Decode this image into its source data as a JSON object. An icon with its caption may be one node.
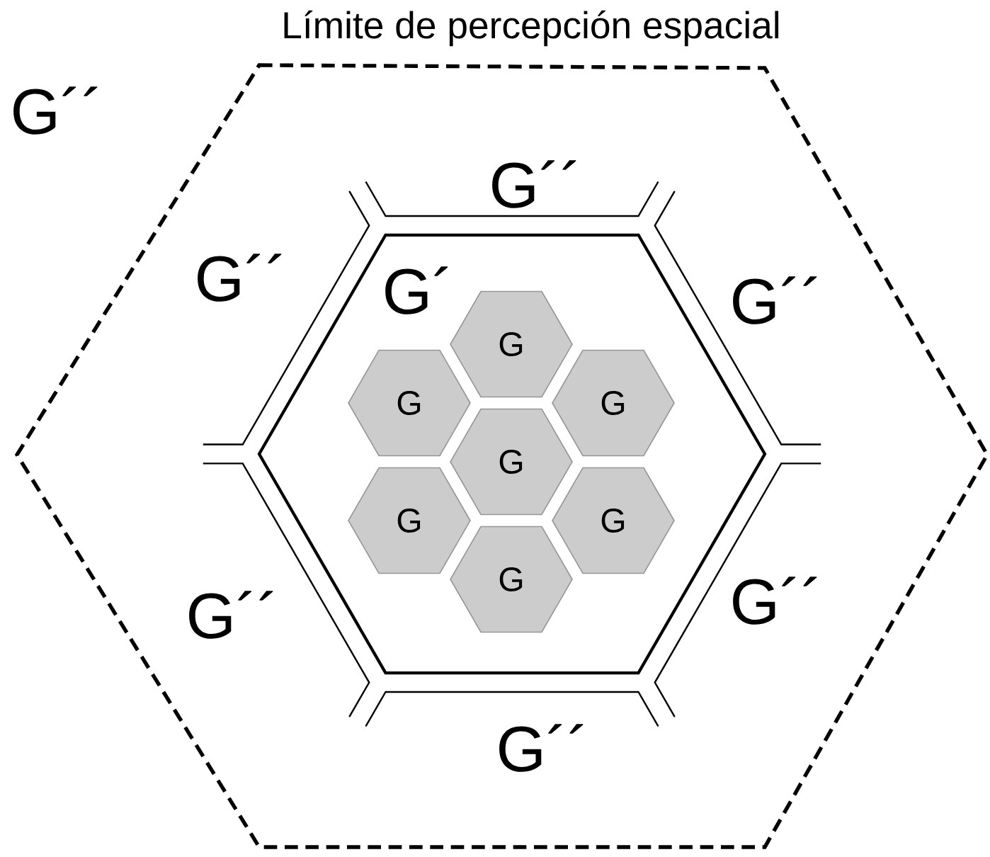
{
  "diagram": {
    "nodes": [
      {
        "text": [
          "Límite de percepción espacial"
        ]
      },
      {
        "text": [
          "G´"
        ],
        "in": 0
      },
      {
        "text": [
          "G"
        ],
        "in": 1
      },
      {
        "text": [
          "G"
        ],
        "in": 1
      },
      {
        "text": [
          "G"
        ],
        "in": 1
      },
      {
        "text": [
          "G"
        ],
        "in": 1
      },
      {
        "text": [
          "G"
        ],
        "in": 1
      },
      {
        "text": [
          "G"
        ],
        "in": 1
      },
      {
        "text": [
          "G"
        ],
        "in": 1
      }
    ],
    "labels": [
      "G´´",
      "G´´",
      "G´´",
      "G´´",
      "G´´",
      "G´´",
      "G´´"
    ]
  }
}
